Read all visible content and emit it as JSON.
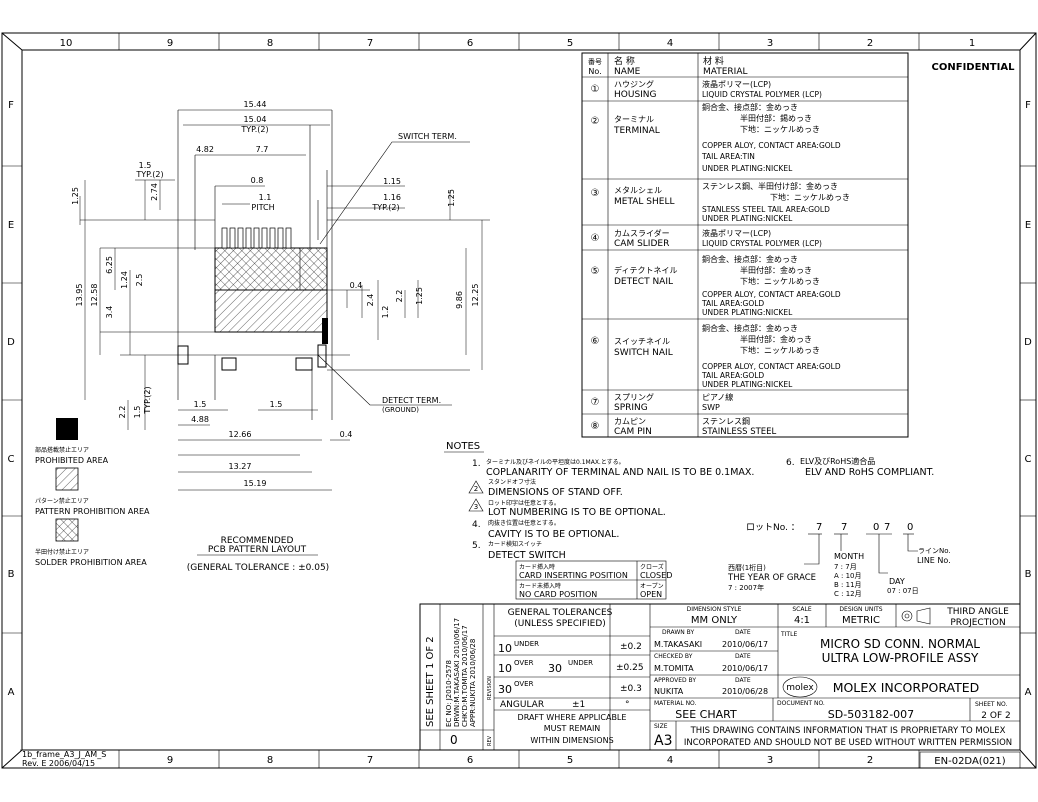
{
  "frame": {
    "col_numbers": [
      "10",
      "9",
      "8",
      "7",
      "6",
      "5",
      "4",
      "3",
      "2",
      "1"
    ],
    "row_letters": [
      "F",
      "E",
      "D",
      "C",
      "B",
      "A"
    ],
    "confidential": "CONFIDENTIAL",
    "bottom_left_1": "1b_frame_A3_J_AM_S",
    "bottom_left_2": "Rev. E 2006/04/15",
    "form_code": "EN-02DA(021)"
  },
  "parts": {
    "head_no_jp": "番号",
    "head_no": "No.",
    "head_name_jp": "名 称",
    "head_name": "NAME",
    "head_mat_jp": "材 料",
    "head_mat": "MATERIAL",
    "rows": [
      {
        "no": "①",
        "name_jp": "ハウジング",
        "name": "HOUSING",
        "lines": [
          "液晶ポリマー(LCP)",
          "LIQUID CRYSTAL POLYMER (LCP)"
        ]
      },
      {
        "no": "②",
        "name_jp": "ターミナル",
        "name": "TERMINAL",
        "lines": [
          "銅合金、接点部：金めっき",
          "半田付部：錫めっき",
          "下地：ニッケルめっき",
          "COPPER ALOY, CONTACT AREA:GOLD",
          "TAIL AREA:TIN",
          "UNDER PLATING:NICKEL"
        ]
      },
      {
        "no": "③",
        "name_jp": "メタルシェル",
        "name": "METAL SHELL",
        "lines": [
          "ステンレス鋼、半田付け部：金めっき",
          "下地：ニッケルめっき",
          "STANLESS STEEL TAIL AREA:GOLD",
          "UNDER PLATING:NICKEL"
        ]
      },
      {
        "no": "④",
        "name_jp": "カムスライダー",
        "name": "CAM SLIDER",
        "lines": [
          "液晶ポリマー(LCP)",
          "LIQUID CRYSTAL POLYMER (LCP)"
        ]
      },
      {
        "no": "⑤",
        "name_jp": "ディテクトネイル",
        "name": "DETECT NAIL",
        "lines": [
          "銅合金、接点部：金めっき",
          "半田付部：金めっき",
          "下地：ニッケルめっき",
          "COPPER ALOY, CONTACT AREA:GOLD",
          "TAIL AREA:GOLD",
          "UNDER PLATING:NICKEL"
        ]
      },
      {
        "no": "⑥",
        "name_jp": "スイッチネイル",
        "name": "SWITCH NAIL",
        "lines": [
          "銅合金、接点部：金めっき",
          "半田付部：金めっき",
          "下地：ニッケルめっき",
          "COPPER ALOY, CONTACT AREA:GOLD",
          "TAIL AREA:GOLD",
          "UNDER PLATING:NICKEL"
        ]
      },
      {
        "no": "⑦",
        "name_jp": "スプリング",
        "name": "SPRING",
        "lines": [
          "ピアノ線",
          "SWP"
        ]
      },
      {
        "no": "⑧",
        "name_jp": "カムピン",
        "name": "CAM PIN",
        "lines": [
          "ステンレス鋼",
          "STAINLESS STEEL"
        ]
      }
    ]
  },
  "drawing": {
    "dims": {
      "d1544": "15.44",
      "d1504": "15.04",
      "typ2": "TYP.(2)",
      "d482": "4.82",
      "d77": "7.7",
      "d15": "1.5",
      "d274": "2.74",
      "d125": "1.25",
      "d08": "0.8",
      "d11": "1.1",
      "pitch": "PITCH",
      "d115": "1.15",
      "d116": "1.16",
      "d625": "6.25",
      "d124": "1.24",
      "d25": "2.5",
      "d1395": "13.95",
      "d1258": "12.58",
      "d34": "3.4",
      "d04": "0.4",
      "d24": "2.4",
      "d12": "1.2",
      "d22": "2.2",
      "d986": "9.86",
      "d1225": "12.25",
      "d488": "4.88",
      "d1266": "12.66",
      "d1327": "13.27",
      "d1519": "15.19",
      "d15b": "1.5",
      "d15c": "1.5"
    },
    "switch_term": "SWITCH TERM.",
    "detect_term": "DETECT TERM.",
    "ground": "(GROUND)",
    "rec_title": "RECOMMENDED",
    "rec_title2": "PCB PATTERN LAYOUT",
    "tolerance": "(GENERAL TOLERANCE : ±0.05)"
  },
  "legend": {
    "prohibited_jp": "部品搭載禁止エリア",
    "prohibited": "PROHIBITED AREA",
    "pattern_jp": "パターン禁止エリア",
    "pattern": "PATTERN PROHIBITION AREA",
    "solder_jp": "半田付け禁止エリア",
    "solder": "SOLDER PROHIBITION AREA"
  },
  "notes": {
    "title": "NOTES",
    "n1_jp": "ターミナル及びネイルの平坦度は0.1MAX.とする。",
    "n1": "COPLANARITY OF TERMINAL AND NAIL IS TO BE 0.1MAX.",
    "n2_jp": "スタンドオフ寸法",
    "n2": "DIMENSIONS OF STAND OFF.",
    "n3_jp": "ロット印字は任意とする。",
    "n3": "LOT NUMBERING IS TO BE OPTIONAL.",
    "n4_jp": "肉抜き位置は任意とする。",
    "n4": "CAVITY IS TO BE OPTIONAL.",
    "n5_jp": "カード検知スイッチ",
    "n5": "DETECT SWITCH",
    "n6_jp": "ELV及びRoHS適合品",
    "n6": "ELV AND RoHS COMPLIANT.",
    "n1_num": "1.",
    "n4_num": "4.",
    "n5_num": "5.",
    "n6_num": "6.",
    "n2_tri": "2",
    "n3_tri": "3"
  },
  "switch_table": {
    "r1_jp": "カード挿入時",
    "r1": "CARD INSERTING POSITION",
    "r1v_jp": "クローズ",
    "r1v": "CLOSED",
    "r2_jp": "カード未挿入時",
    "r2": "NO CARD POSITION",
    "r2v_jp": "オープン",
    "r2v": "OPEN"
  },
  "lot": {
    "label": "ロットNo. ：",
    "chars": [
      "7",
      "7",
      "0",
      "7",
      "0"
    ],
    "month": "MONTH",
    "month_vals": [
      "7 : 7月",
      "A : 10月",
      "B : 11月",
      "C : 12月"
    ],
    "day": "DAY",
    "day_vals": [
      "07 : 07日"
    ],
    "line_jp": "ラインNo.",
    "line": "LINE No.",
    "year_jp": "西暦(1桁目)",
    "year": "THE YEAR OF GRACE",
    "year_val": "7 : 2007年"
  },
  "title_block": {
    "see_sheet": "SEE SHEET 1 OF 2",
    "rev_entries": [
      "EC NO: J2010-2578",
      "DRWN:M.TAKASAKI 2010/06/17",
      "CHK'D:M.TOMITA 2010/06/17",
      "APPR:NUKITA 2010/06/28"
    ],
    "revision_label": "REVISION",
    "rev_no": "0",
    "rev_label": "REV",
    "gen_tol": "GENERAL TOLERANCES",
    "gen_tol2": "(UNLESS SPECIFIED)",
    "tol_rows": [
      {
        "a": "10",
        "b": "UNDER",
        "c": "",
        "d": "",
        "v": "±0.2"
      },
      {
        "a": "10",
        "b": "OVER",
        "c": "30",
        "d": "UNDER",
        "v": "±0.25"
      },
      {
        "a": "30",
        "b": "OVER",
        "c": "",
        "d": "",
        "v": "±0.3"
      }
    ],
    "angular": "ANGULAR",
    "angular_v": "±1",
    "deg": "°",
    "draft1": "DRAFT WHERE APPLICABLE",
    "draft2": "MUST REMAIN",
    "draft3": "WITHIN DIMENSIONS",
    "dim_style_label": "DIMENSION STYLE",
    "dim_style": "MM ONLY",
    "scale_label": "SCALE",
    "scale": "4:1",
    "units_label": "DESIGN UNITS",
    "units": "METRIC",
    "third_angle": "THIRD ANGLE",
    "projection": "PROJECTION",
    "drawn_label": "DRAWN BY",
    "drawn": "M.TAKASAKI",
    "drawn_date": "2010/06/17",
    "checked_label": "CHECKED BY",
    "checked": "M.TOMITA",
    "checked_date": "2010/06/17",
    "approved_label": "APPROVED BY",
    "approved": "NUKITA",
    "approved_date": "2010/06/28",
    "date_label": "DATE",
    "title_label": "TITLE",
    "title1": "MICRO SD CONN. NORMAL",
    "title2": "ULTRA LOW-PROFILE ASSY",
    "logo": "molex",
    "company": "MOLEX INCORPORATED",
    "material_label": "MATERIAL NO.",
    "material": "SEE CHART",
    "document_label": "DOCUMENT NO.",
    "document": "SD-503182-007",
    "sheet_label": "SHEET NO.",
    "sheet": "2 OF 2",
    "size_label": "SIZE",
    "size": "A3",
    "prop1": "THIS DRAWING CONTAINS INFORMATION THAT IS PROPRIETARY TO MOLEX",
    "prop2": "INCORPORATED AND SHOULD NOT BE USED WITHOUT WRITTEN PERMISSION"
  },
  "colors": {
    "ink": "#000000",
    "paper": "#ffffff"
  }
}
